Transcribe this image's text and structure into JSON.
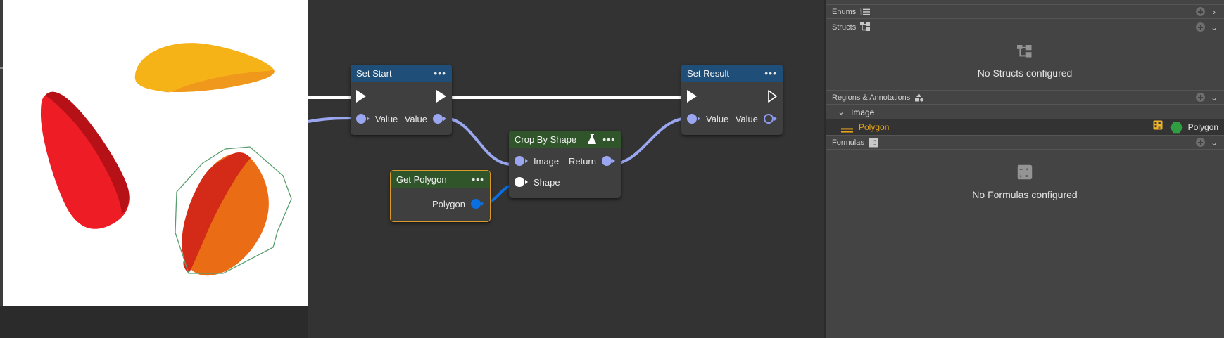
{
  "viewer": {
    "name": "image-viewer",
    "background": "#ffffff",
    "shapes": [
      {
        "name": "yellow-seed",
        "fill_main": "#f5b317",
        "fill_shadow": "#f0981c"
      },
      {
        "name": "red-seed",
        "fill_main": "#ee1d25",
        "fill_shadow": "#b71118"
      },
      {
        "name": "orange-seed-cropped",
        "fill_main": "#ea6c14",
        "fill_shadow": "#d42a18"
      }
    ],
    "annotation": {
      "name": "polygon-overlay",
      "stroke": "#5a9e6f",
      "label": "Polygon"
    }
  },
  "graph": {
    "name": "node-graph-canvas",
    "background": "#333333",
    "nodes": [
      {
        "id": "set-start",
        "title": "Set Start",
        "header_color": "#1f4e79",
        "menu": "•••",
        "selected": false,
        "exec_in": true,
        "exec_out": true,
        "ports_in": [
          {
            "label": "Value",
            "style": "filled-blue"
          }
        ],
        "ports_out": [
          {
            "label": "Value",
            "style": "filled-blue"
          }
        ]
      },
      {
        "id": "get-polygon",
        "title": "Get Polygon",
        "header_color": "#31552b",
        "menu": "•••",
        "selected": true,
        "exec_in": false,
        "exec_out": false,
        "ports_in": [],
        "ports_out": [
          {
            "label": "Polygon",
            "style": "filled-bright-blue"
          }
        ]
      },
      {
        "id": "crop-by-shape",
        "title": "Crop By Shape",
        "header_color": "#31552b",
        "menu": "•••",
        "badge_icon": "flask-icon",
        "selected": false,
        "exec_in": false,
        "exec_out": false,
        "ports_in": [
          {
            "label": "Image",
            "style": "filled-blue"
          },
          {
            "label": "Shape",
            "style": "filled-white"
          }
        ],
        "ports_out": [
          {
            "label": "Return",
            "style": "filled-blue"
          }
        ]
      },
      {
        "id": "set-result",
        "title": "Set Result",
        "header_color": "#1f4e79",
        "menu": "•••",
        "selected": false,
        "exec_in": true,
        "exec_out": true,
        "exec_out_style": "outline",
        "ports_in": [
          {
            "label": "Value",
            "style": "filled-blue"
          }
        ],
        "ports_out": [
          {
            "label": "Value",
            "style": "outline-blue"
          }
        ]
      }
    ],
    "wire_colors": {
      "exec": "#ffffff",
      "data": "#9aa7f0",
      "data_selected": "#0a6fe0"
    }
  },
  "inspector": {
    "name": "right-inspector-panel",
    "sections": [
      {
        "id": "enums",
        "label": "Enums",
        "icon": "numbered-list-icon",
        "add_button": "+",
        "chevron": "›",
        "expanded": false
      },
      {
        "id": "structs",
        "label": "Structs",
        "icon": "struct-tree-icon",
        "add_button": "+",
        "chevron": "⌄",
        "expanded": true,
        "empty_text": "No Structs configured",
        "empty_icon": "struct-tree-icon"
      },
      {
        "id": "regions",
        "label": "Regions & Annotations",
        "icon": "shapes-icon",
        "add_button": "+",
        "chevron": "⌄",
        "expanded": true,
        "tree": {
          "root_label": "Image",
          "root_chevron": "⌄",
          "items": [
            {
              "label": "Polygon",
              "label_color": "#e3a21a",
              "left_icon": "lines-icon",
              "link_icon": "linked-region-icon",
              "type_icon": "green-hexagon-icon",
              "type_label": "Polygon"
            }
          ]
        }
      },
      {
        "id": "formulas",
        "label": "Formulas",
        "icon": "calculator-icon",
        "add_button": "+",
        "chevron": "⌄",
        "expanded": true,
        "empty_text": "No Formulas configured",
        "empty_icon": "calculator-icon"
      }
    ]
  }
}
